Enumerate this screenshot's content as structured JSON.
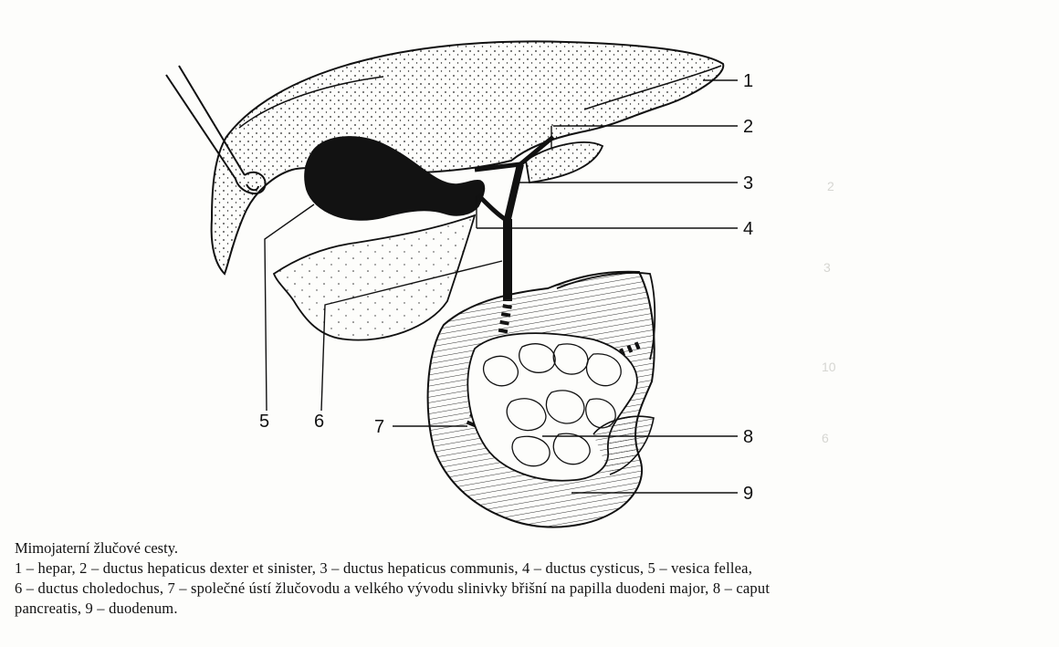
{
  "figure": {
    "labels": [
      "1",
      "2",
      "3",
      "4",
      "5",
      "6",
      "7",
      "8",
      "9"
    ],
    "ghost_marks": [
      "2",
      "3",
      "10",
      "6"
    ]
  },
  "caption": {
    "title": "Mimojaterní žlučové cesty.",
    "line1": "1 –  hepar, 2 –  ductus hepaticus dexter et sinister, 3 –  ductus hepaticus communis, 4 –  ductus cysticus, 5 –  vesica fellea,",
    "line2": "6 –  ductus choledochus, 7 –  společné ústí žlučovodu a velkého vývodu slinivky břišní na papilla duodeni major, 8 –  caput",
    "line3": "pancreatis, 9 –  duodenum."
  }
}
